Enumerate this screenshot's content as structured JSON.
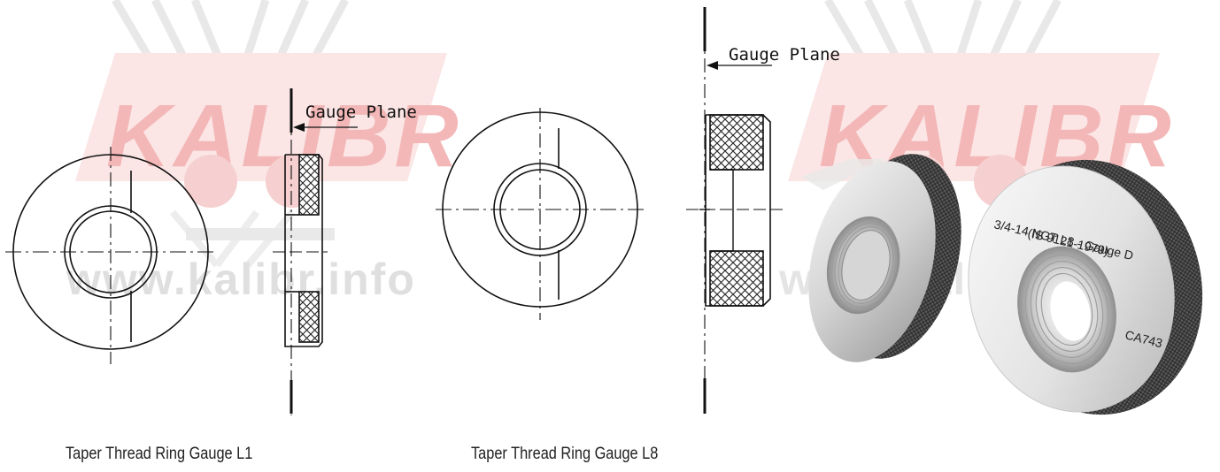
{
  "watermark": {
    "brand": "KALIBR",
    "url": "www.kalibr.info",
    "brand_color": "#f2b0b0",
    "url_color": "#dcdcdc"
  },
  "drawings": {
    "gauge_plane_label": "Gauge Plane",
    "caption_l1": "Taper Thread Ring Gauge L1",
    "caption_l8": "Taper Thread Ring Gauge L8"
  },
  "photo": {
    "marking_line1": "3/4-14 NGT L8 - Gauge D",
    "marking_line2": "(IS 9121-1979)",
    "serial": "CA743"
  }
}
